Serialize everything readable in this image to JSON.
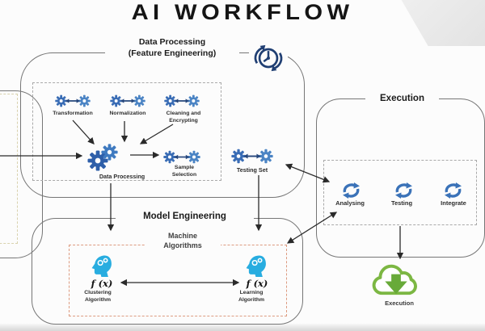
{
  "title": "AI WORKFLOW",
  "data_processing": {
    "title": "Data Processing\n(Feature Engineering)",
    "steps": [
      {
        "label": "Transformation"
      },
      {
        "label": "Normalization"
      },
      {
        "label": "Cleaning and\nEncrypting"
      }
    ],
    "process_label": "Data Processing",
    "sample_selection_label": "Sample\nSelection",
    "testing_set_label": "Testing Set"
  },
  "model_engineering": {
    "title": "Model Engineering",
    "machine_algorithms": "Machine\nAlgorithms",
    "clustering_fx": "f (x)",
    "clustering_label": "Clustering\nAlgorithm",
    "learning_fx": "f (x)",
    "learning_label": "Learning\nAlgorithm"
  },
  "execution": {
    "title": "Execution",
    "items": [
      {
        "label": "Analysing"
      },
      {
        "label": "Testing"
      },
      {
        "label": "Integrate"
      }
    ],
    "deploy_label": "Execution"
  },
  "icons": {
    "clock_history": {
      "color": "#203f73"
    },
    "gear_pair": {
      "color": "#3a6db5"
    },
    "data_processing_gears": {
      "color": "#2e5fa9"
    },
    "sync": {
      "color": "#3a72b8"
    },
    "head_gears": {
      "color": "#28ade0"
    },
    "cloud_download": {
      "color": "#7cb743"
    }
  },
  "colors": {
    "box_stroke": "#767676",
    "dashed_gray": "#a9a9a9",
    "dashed_salmon": "#dd9b80",
    "dashed_tan": "#d9d2ae",
    "arrow": "#2a2a2a",
    "arrow_green": "#68aa39"
  }
}
